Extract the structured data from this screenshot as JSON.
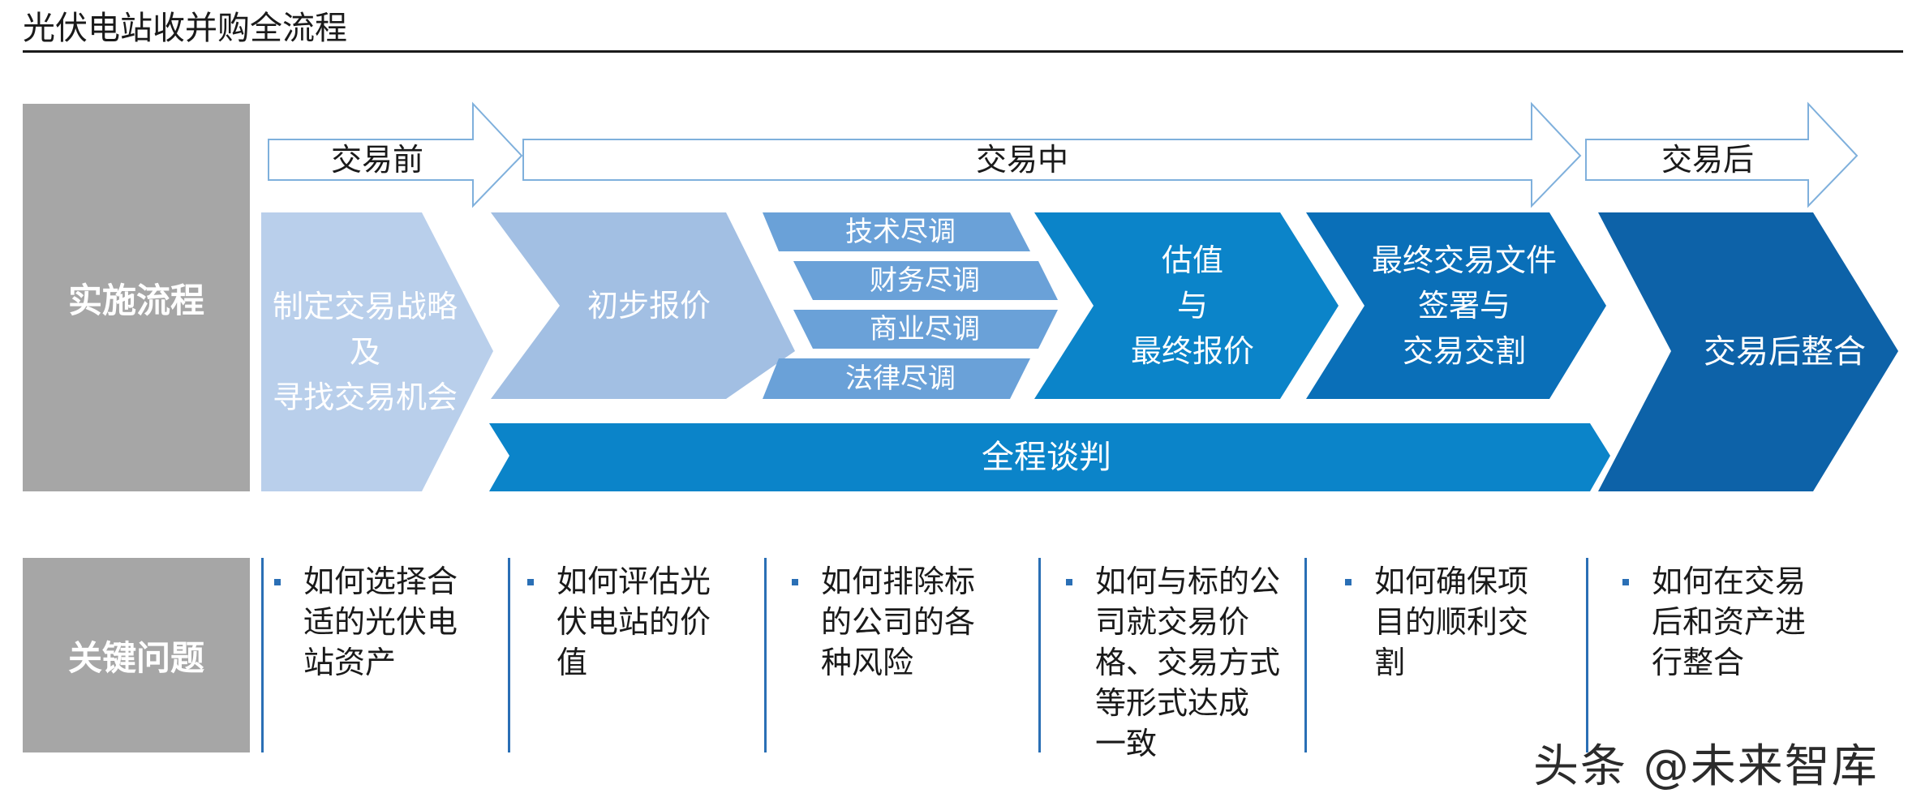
{
  "title": "光伏电站收并购全流程",
  "rows": {
    "process": "实施流程",
    "issues": "关键问题"
  },
  "phases": [
    "交易前",
    "交易中",
    "交易后"
  ],
  "steps": {
    "strategy": "制定交易战略\n及\n寻找交易机会",
    "quote": "初步报价",
    "diligence": [
      "技术尽调",
      "财务尽调",
      "商业尽调",
      "法律尽调"
    ],
    "valuation": "估值\n与\n最终报价",
    "signing": "最终交易文件\n签署与\n交易交割",
    "integration": "交易后整合",
    "negotiation": "全程谈判"
  },
  "issues": [
    "如何选择合\n适的光伏电\n站资产",
    "如何评估光\n伏电站的价\n值",
    "如何排除标\n的公司的各\n种风险",
    "如何与标的公\n司就交易价\n格、交易方式\n等形式达成\n一致",
    "如何确保项\n目的顺利交\n割",
    "如何在交易\n后和资产进\n行整合"
  ],
  "watermark": "头条 @未来智库",
  "colors": {
    "light": "#b9cfeb",
    "light2": "#a2bfe3",
    "mid": "#6aa1d8",
    "blue": "#0b84c9",
    "blue2": "#0a6fb8",
    "dark": "#0d62a8",
    "gray": "#a6a6a6"
  }
}
